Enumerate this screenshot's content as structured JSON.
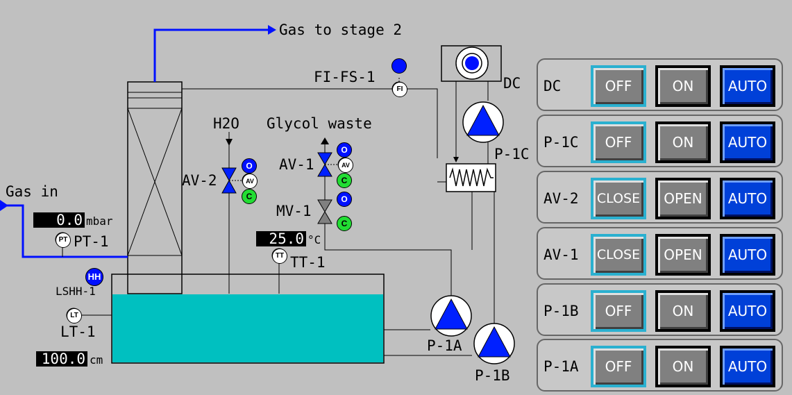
{
  "labels": {
    "gas_to_stage2": "Gas to stage 2",
    "fi_fs_1": "FI-FS-1",
    "dc": "DC",
    "p_1c": "P-1C",
    "h2o": "H2O",
    "glycol_waste": "Glycol waste",
    "av_2": "AV-2",
    "av_1": "AV-1",
    "mv_1": "MV-1",
    "gas_in": "Gas in",
    "pt_1": "PT-1",
    "tt_1": "TT-1",
    "lshh_1": "LSHH-1",
    "lt_1": "LT-1",
    "p_1a": "P-1A",
    "p_1b": "P-1B"
  },
  "readouts": {
    "pressure_value": "0.0",
    "pressure_unit": "mbar",
    "temperature_value": "25.0",
    "temperature_unit": "°C",
    "level_value": "100.0",
    "level_unit": "cm"
  },
  "indicators": {
    "open": "O",
    "closed": "C",
    "high_high": "HH",
    "flow": "FI",
    "pressure": "PT",
    "temp": "TT",
    "level": "LT",
    "av": "AV"
  },
  "colors": {
    "background": "#c0c0c0",
    "liquid": "#00c0c0",
    "pipe_gas": "#0010ff",
    "pump": "#0020ff",
    "button_auto": "#0040d8",
    "button_idle": "#808080",
    "status_green": "#22dd33"
  },
  "controls": [
    {
      "name": "DC",
      "buttons": [
        "OFF",
        "ON",
        "AUTO"
      ],
      "selected": "AUTO"
    },
    {
      "name": "P-1C",
      "buttons": [
        "OFF",
        "ON",
        "AUTO"
      ],
      "selected": "AUTO"
    },
    {
      "name": "AV-2",
      "buttons": [
        "CLOSE",
        "OPEN",
        "AUTO"
      ],
      "selected": "AUTO"
    },
    {
      "name": "AV-1",
      "buttons": [
        "CLOSE",
        "OPEN",
        "AUTO"
      ],
      "selected": "AUTO"
    },
    {
      "name": "P-1B",
      "buttons": [
        "OFF",
        "ON",
        "AUTO"
      ],
      "selected": "AUTO"
    },
    {
      "name": "P-1A",
      "buttons": [
        "OFF",
        "ON",
        "AUTO"
      ],
      "selected": "AUTO"
    }
  ]
}
